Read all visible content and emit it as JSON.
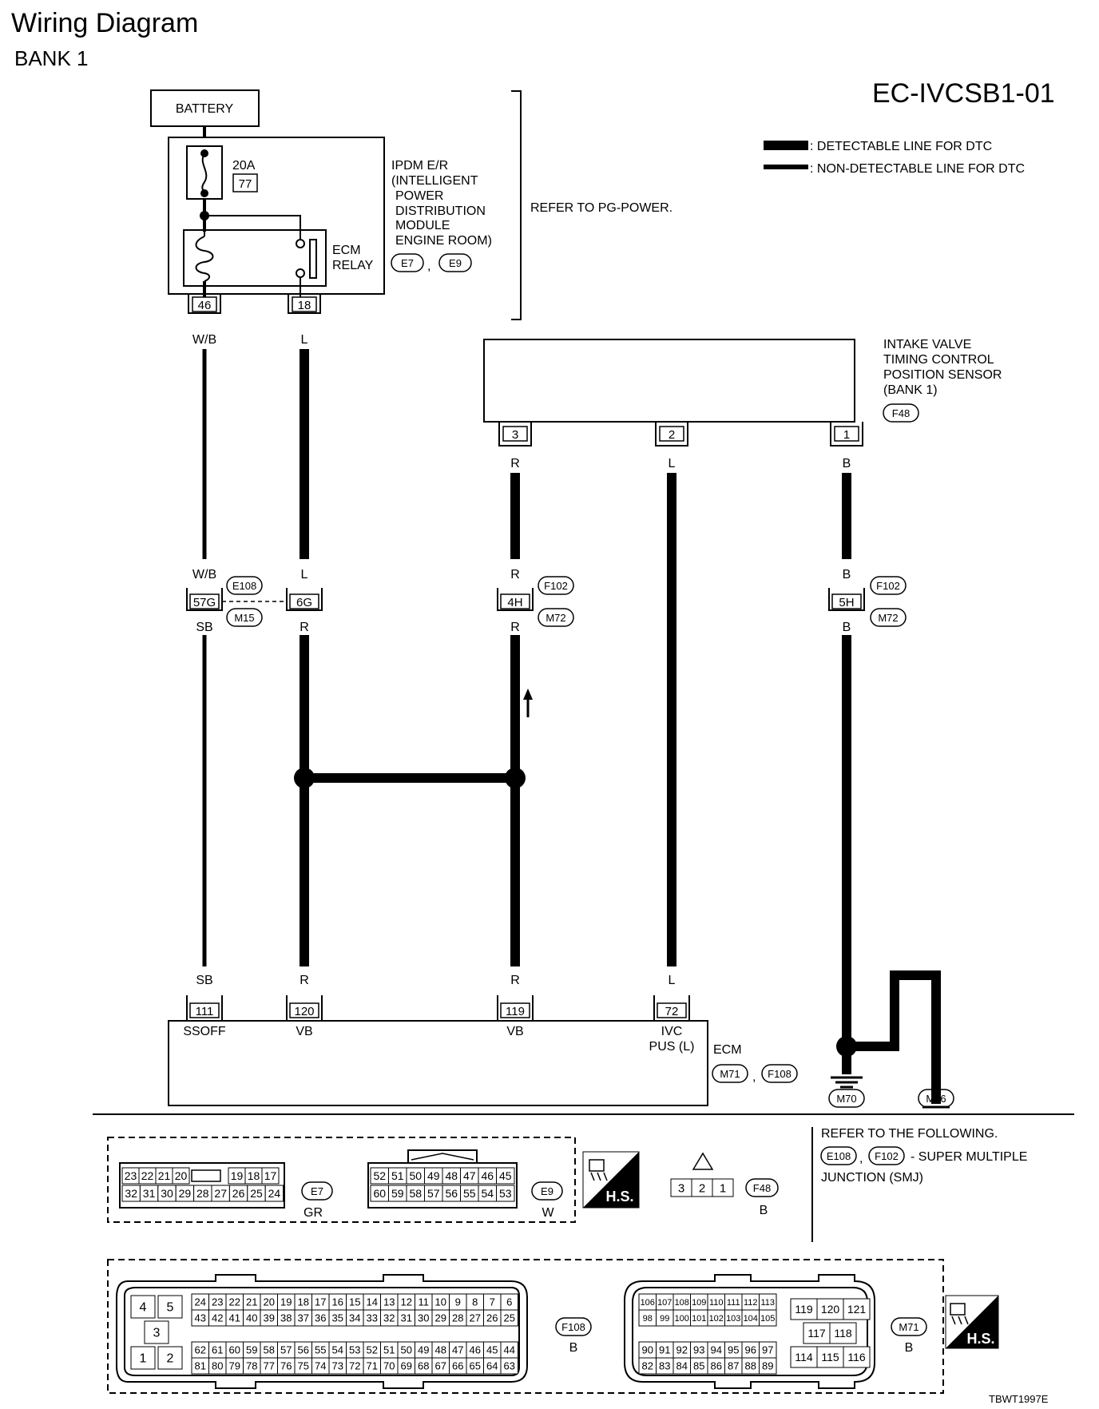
{
  "header": {
    "title": "Wiring Diagram",
    "subtitle": "BANK 1",
    "code": "EC-IVCSB1-01"
  },
  "legend": {
    "detectable": ": DETECTABLE LINE FOR DTC",
    "non_detectable": ": NON-DETECTABLE LINE FOR DTC"
  },
  "battery": {
    "label": "BATTERY"
  },
  "ipdm": {
    "fuse_amp": "20A",
    "fuse_no": "77",
    "name_lines": [
      "IPDM E/R",
      "(INTELLIGENT",
      "POWER",
      "DISTRIBUTION",
      "MODULE",
      "ENGINE ROOM)"
    ],
    "relay_lines": [
      "ECM",
      "RELAY"
    ],
    "connectors": [
      "E7",
      "E9"
    ],
    "refer": "REFER TO PG-POWER.",
    "pins": [
      "46",
      "18"
    ],
    "wire_colors": [
      "W/B",
      "L"
    ]
  },
  "sensor": {
    "name_lines": [
      "INTAKE VALVE",
      "TIMING CONTROL",
      "POSITION SENSOR",
      "(BANK 1)"
    ],
    "connector": "F48",
    "pins": [
      "3",
      "2",
      "1"
    ],
    "wire_colors": [
      "R",
      "L",
      "B"
    ]
  },
  "junctions": {
    "left": {
      "pins": [
        "57G",
        "6G"
      ],
      "top_colors": [
        "W/B",
        "L"
      ],
      "bottom_colors": [
        "SB",
        "R"
      ],
      "connectors": [
        "E108",
        "M15"
      ]
    },
    "mid": {
      "pin": "4H",
      "top_color": "R",
      "bottom_color": "R",
      "connectors": [
        "F102",
        "M72"
      ]
    },
    "right": {
      "pin": "5H",
      "top_color": "B",
      "bottom_color": "B",
      "connectors": [
        "F102",
        "M72"
      ]
    }
  },
  "ecm": {
    "name": "ECM",
    "connectors": [
      "M71",
      "F108"
    ],
    "pins": [
      "111",
      "120",
      "119",
      "72"
    ],
    "wire_colors": [
      "SB",
      "R",
      "R",
      "L"
    ],
    "terminals": [
      "SSOFF",
      "VB",
      "VB",
      "IVC",
      "PUS (L)"
    ]
  },
  "ground": {
    "wire_colors": [
      "B",
      "B",
      "B"
    ],
    "connectors": [
      "M70",
      "M16"
    ]
  },
  "bottom": {
    "e7": {
      "row1": [
        "23",
        "22",
        "21",
        "20",
        "",
        "19",
        "18",
        "17"
      ],
      "row2": [
        "32",
        "31",
        "30",
        "29",
        "28",
        "27",
        "26",
        "25",
        "24"
      ],
      "name": "E7",
      "color": "GR"
    },
    "e9": {
      "row1": [
        "52",
        "51",
        "50",
        "49",
        "48",
        "47",
        "46",
        "45"
      ],
      "row2": [
        "60",
        "59",
        "58",
        "57",
        "56",
        "55",
        "54",
        "53"
      ],
      "name": "E9",
      "color": "W"
    },
    "hs": "H.S.",
    "f48": {
      "pins": [
        "3",
        "2",
        "1"
      ],
      "name": "F48",
      "color": "B"
    },
    "refer_lines": [
      "REFER TO THE FOLLOWING.",
      "- SUPER MULTIPLE",
      "JUNCTION (SMJ)"
    ],
    "refer_connectors": [
      "E108",
      "F102"
    ],
    "f108": {
      "big": [
        "4",
        "5",
        "3",
        "1",
        "2"
      ],
      "r1": [
        "24",
        "23",
        "22",
        "21",
        "20",
        "19",
        "18",
        "17",
        "16",
        "15",
        "14",
        "13",
        "12",
        "11",
        "10",
        "9",
        "8",
        "7",
        "6"
      ],
      "r2": [
        "43",
        "42",
        "41",
        "40",
        "39",
        "38",
        "37",
        "36",
        "35",
        "34",
        "33",
        "32",
        "31",
        "30",
        "29",
        "28",
        "27",
        "26",
        "25"
      ],
      "r3": [
        "62",
        "61",
        "60",
        "59",
        "58",
        "57",
        "56",
        "55",
        "54",
        "53",
        "52",
        "51",
        "50",
        "49",
        "48",
        "47",
        "46",
        "45",
        "44"
      ],
      "r4": [
        "81",
        "80",
        "79",
        "78",
        "77",
        "76",
        "75",
        "74",
        "73",
        "72",
        "71",
        "70",
        "69",
        "68",
        "67",
        "66",
        "65",
        "64",
        "63"
      ],
      "name": "F108",
      "color": "B"
    },
    "m71": {
      "r1": [
        "106",
        "107",
        "108",
        "109",
        "110",
        "111",
        "112",
        "113"
      ],
      "r2": [
        "98",
        "99",
        "100",
        "101",
        "102",
        "103",
        "104",
        "105"
      ],
      "r3": [
        "90",
        "91",
        "92",
        "93",
        "94",
        "95",
        "96",
        "97"
      ],
      "r4": [
        "82",
        "83",
        "84",
        "85",
        "86",
        "87",
        "88",
        "89"
      ],
      "side_top": [
        "119",
        "120",
        "121"
      ],
      "side_mid": [
        "117",
        "118"
      ],
      "side_bot": [
        "114",
        "115",
        "116"
      ],
      "name": "M71",
      "color": "B"
    }
  },
  "figure_id": "TBWT1997E"
}
